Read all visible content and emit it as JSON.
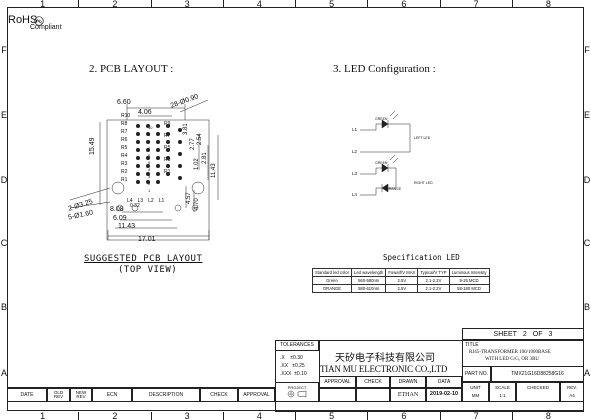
{
  "rohs": {
    "label": "RoHS",
    "compliant": "Compliant"
  },
  "zones": {
    "columns": [
      "1",
      "2",
      "3",
      "4",
      "5",
      "6",
      "7",
      "8"
    ],
    "rows": [
      "F",
      "E",
      "D",
      "C",
      "B",
      "A"
    ]
  },
  "pcb": {
    "title": "2. PCB LAYOUT :",
    "caption_1": "SUGGESTED PCB LAYOUT",
    "caption_2": "(TOP VIEW)",
    "dims": {
      "d660": "6.60",
      "d406": "4.06",
      "d1549": "15.49",
      "d28": "28-Ø0.90",
      "d381": "3.81",
      "d277": "2.77",
      "d254": "2.54",
      "d102": "1.02",
      "d281": "2.81",
      "d1143v": "11.43",
      "d3d": "2-Ø3.25",
      "d5d": "5-Ø1.60",
      "d457": "4.57",
      "d470": "4.70",
      "d808": "8.08",
      "d609": "6.09",
      "d1143": "11.43",
      "d1701": "17.01",
      "d032": "0.32"
    },
    "pins_left": [
      "R10",
      "R8",
      "R7",
      "R6",
      "R5",
      "R4",
      "R3",
      "R2",
      "R1"
    ],
    "pins_right": [
      "R9",
      "R7",
      "R5",
      "R3",
      "R1"
    ],
    "pins_small": [
      "10",
      "9",
      "8",
      "7",
      "6",
      "5",
      "4",
      "3",
      "2",
      "1"
    ],
    "pins_bottom": [
      "L4",
      "L3",
      "L2",
      "L1"
    ]
  },
  "led": {
    "title": "3. LED Configuration :",
    "pins": [
      "L1",
      "L2",
      "L3",
      "L4"
    ],
    "labels": {
      "green1": "GREEN",
      "left": "LEFT LED",
      "green2": "GREEN",
      "orange": "ORANGE",
      "right": "RIGHT LED"
    }
  },
  "spec": {
    "title": "Specification LED",
    "headers": [
      "Standard led color",
      "Led wavelength",
      "Fowarf/V MAX",
      "Typical/V TYP",
      "Luminous Intensity"
    ],
    "rows": [
      [
        "Green",
        "560-580nm",
        "2.5V",
        "2.1-2.2V",
        "9-25 MCD"
      ],
      [
        "ORANGE",
        "580-610nm",
        "2.5V",
        "2.1-2.2V",
        "58-180 MCD"
      ]
    ]
  },
  "sheet": {
    "label": "SHEET",
    "num": "2",
    "of": "OF",
    "total": "3"
  },
  "title_block": {
    "tolerances": "TOLERANCES",
    "tol_rows": [
      [
        ".X",
        "±0.30"
      ],
      [
        ".XX",
        "±0.25"
      ],
      [
        ".XXX",
        "±0.10"
      ]
    ],
    "projection": "PROJECT",
    "company_cn": "天矽电子科技有限公司",
    "company_en": "TIAN MU ELECTRONIC CO.,LTD",
    "title_label": "TITLE",
    "title_text_1": "RJ45-TRANSFORMER 100/1000BASE",
    "title_text_2": "WITH LED G/G, OR 3RU",
    "approval": "APPROVAL",
    "check": "CHECK",
    "drawn": "DRAWN",
    "data": "DATA",
    "drawn_by": "ETHAN",
    "date_val": "2019-02-10",
    "part_label": "PART NO.",
    "part_no": "TMX21G16D88258G16",
    "unit": "UNIT",
    "unit_val": "MM",
    "scale": "SCALE",
    "scale_val": "1:1",
    "checked": "CHECKED",
    "rev": "REV.",
    "rev_val": "A4",
    "bottom": [
      "DATE",
      "OLD REV",
      "NEW REV",
      "ECN",
      "DESCRIPTION",
      "CHECK",
      "APPROVAL"
    ]
  }
}
